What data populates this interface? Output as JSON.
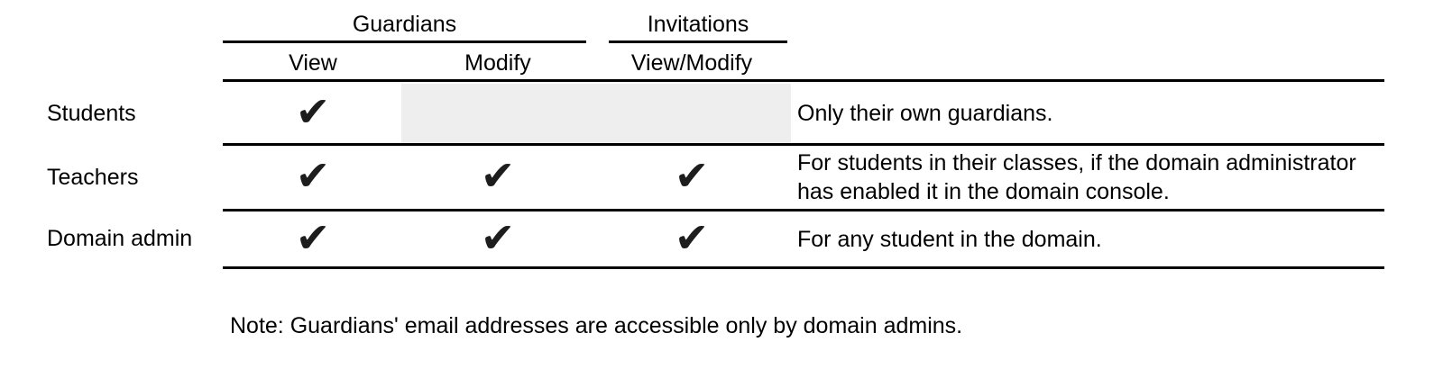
{
  "table": {
    "column_groups": [
      {
        "id": "guardians",
        "label": "Guardians"
      },
      {
        "id": "invitations",
        "label": "Invitations"
      }
    ],
    "columns": [
      {
        "id": "view",
        "label": "View",
        "group": "Guardians"
      },
      {
        "id": "modify",
        "label": "Modify",
        "group": "Guardians"
      },
      {
        "id": "view_modify",
        "label": "View/Modify",
        "group": "Invitations"
      }
    ],
    "rows": [
      {
        "label": "Students",
        "view": true,
        "modify": false,
        "view_modify": false,
        "restricted_area": true,
        "note": "Only their own guardians."
      },
      {
        "label": "Teachers",
        "view": true,
        "modify": true,
        "view_modify": true,
        "restricted_area": false,
        "note": "For students in their classes, if the domain administrator has enabled it in the domain console."
      },
      {
        "label": "Domain admin",
        "view": true,
        "modify": true,
        "view_modify": true,
        "restricted_area": false,
        "note": "For any student in the domain."
      }
    ]
  },
  "glyphs": {
    "check": "✔"
  },
  "colors": {
    "text": "#000000",
    "line": "#000000",
    "disabled_cell": "#eeeeee",
    "check": "#1d1d1d",
    "bg": "#ffffff"
  },
  "footnote": "Note: Guardians' email addresses are accessible only by domain admins."
}
